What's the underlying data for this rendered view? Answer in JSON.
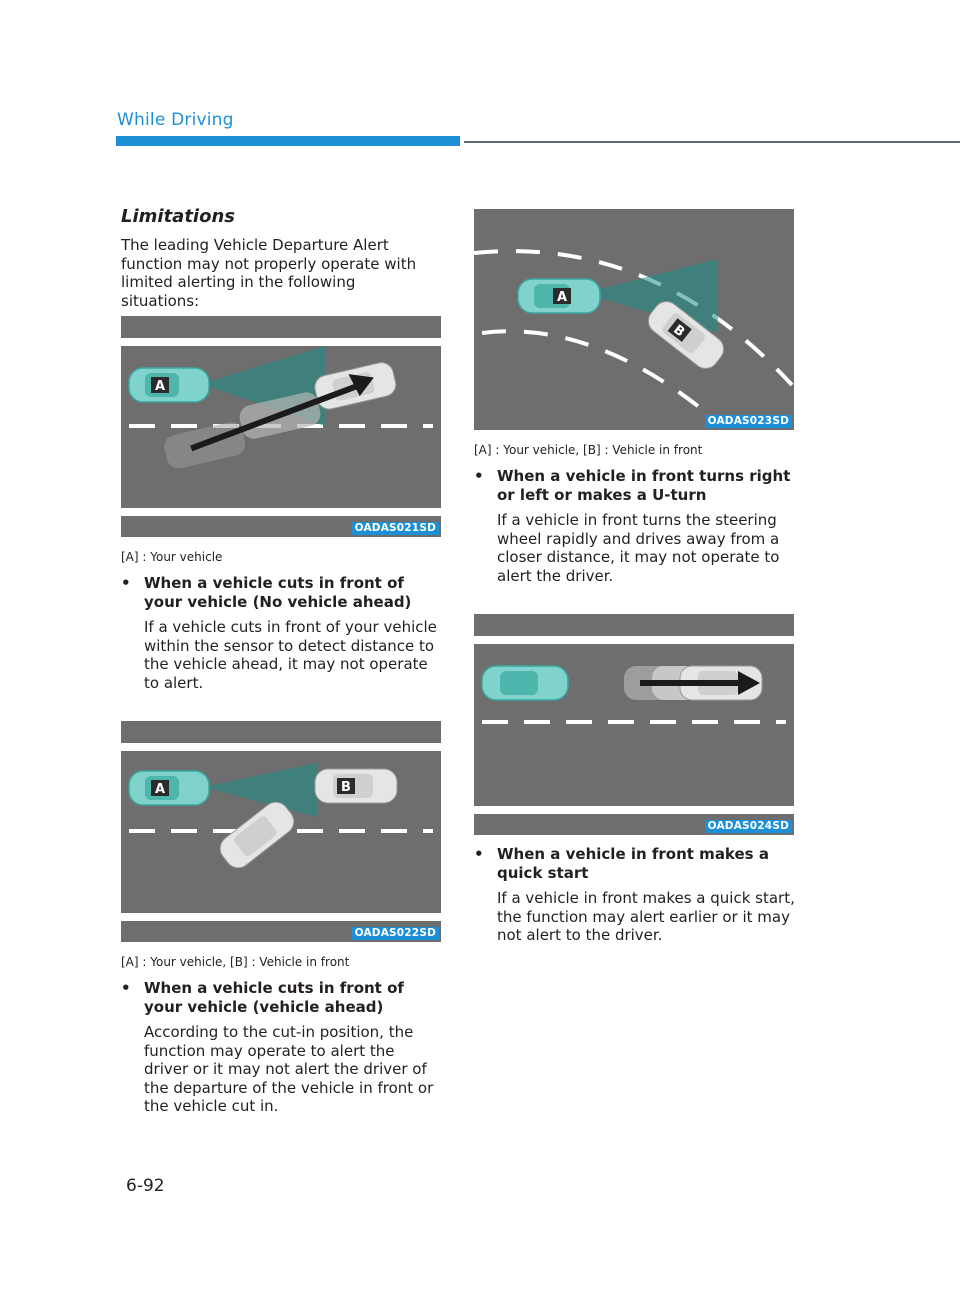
{
  "header": {
    "section_title": "While Driving"
  },
  "limitations": {
    "heading": "Limitations",
    "intro": "The leading Vehicle Departure Alert function may not properly operate with limited alerting in the following situations:"
  },
  "figures": [
    {
      "code": "OADAS021SD",
      "caption": "[A] : Your vehicle",
      "vehicle_labels": [
        "A"
      ]
    },
    {
      "code": "OADAS022SD",
      "caption": "[A] : Your vehicle, [B] : Vehicle in front",
      "vehicle_labels": [
        "A",
        "B"
      ]
    },
    {
      "code": "OADAS023SD",
      "caption": "[A] : Your vehicle, [B] : Vehicle in front",
      "vehicle_labels": [
        "A",
        "B"
      ]
    },
    {
      "code": "OADAS024SD",
      "caption": ""
    }
  ],
  "bullets": [
    {
      "title": "When a vehicle cuts in front of your vehicle (No vehicle ahead)",
      "body": "If a vehicle cuts in front of your vehicle within the sensor to detect distance to the vehicle ahead, it may not operate to alert."
    },
    {
      "title": "When a vehicle cuts in front of your vehicle (vehicle ahead)",
      "body": "According to the cut-in position, the function may operate to alert the driver or it may not alert the driver of the departure of the vehicle in front or the vehicle cut in."
    },
    {
      "title": "When a vehicle in front turns right or left or makes a U-turn",
      "body": "If a vehicle in front turns the steering wheel rapidly and drives away from a closer distance, it may not operate to alert the driver."
    },
    {
      "title": "When a vehicle in front makes a quick start",
      "body": "If a vehicle in front makes a quick start, the function may alert earlier or it may not alert to the driver."
    }
  ],
  "bullet_symbol": "•",
  "page_number": "6-92",
  "colors": {
    "accent_blue": "#1d8fd6",
    "road_gray": "#6e6e6e",
    "own_vehicle_teal": "#7fd3cc",
    "sensor_beam": "#1a8f8a"
  }
}
